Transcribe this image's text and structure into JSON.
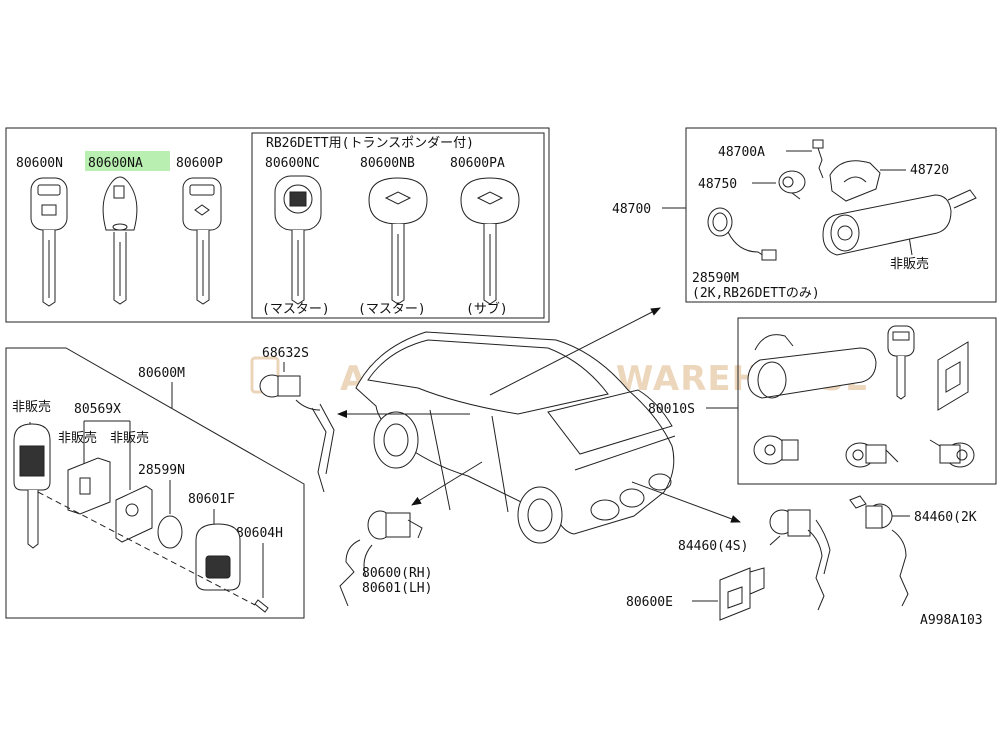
{
  "watermark": "AUTOMOTIVE WAREHOUSE",
  "diagram_id": "A998A103",
  "keys_box": {
    "keys": [
      {
        "part": "80600N",
        "highlight": false
      },
      {
        "part": "80600NA",
        "highlight": true
      },
      {
        "part": "80600P",
        "highlight": false
      }
    ],
    "rb26_heading": "RB26DETT用(トランスポンダー付)",
    "rb26_keys": [
      {
        "part": "80600NC",
        "note": "(マスター)"
      },
      {
        "part": "80600NB",
        "note": "(マスター)"
      },
      {
        "part": "80600PA",
        "note": "(サブ)"
      }
    ]
  },
  "ignition_box": {
    "main_part": "48700",
    "items": [
      "48700A",
      "48720",
      "48750",
      "28590M"
    ],
    "note_2k": "(2K,RB26DETTのみ)",
    "not_sold": "非販売"
  },
  "lockset_box": {
    "part": "80010S"
  },
  "remote_box": {
    "main_part": "80600M",
    "items": [
      "80569X",
      "28599N",
      "80601F",
      "80604H"
    ],
    "not_sold": "非販売"
  },
  "door_lock": {
    "rh": "80600(RH)",
    "lh": "80601(LH)"
  },
  "glove_lock": {
    "part": "68632S"
  },
  "trunk_lock": {
    "part_4s": "84460(4S)",
    "part_2k": "84460(2K"
  },
  "bracket": {
    "part": "80600E"
  }
}
